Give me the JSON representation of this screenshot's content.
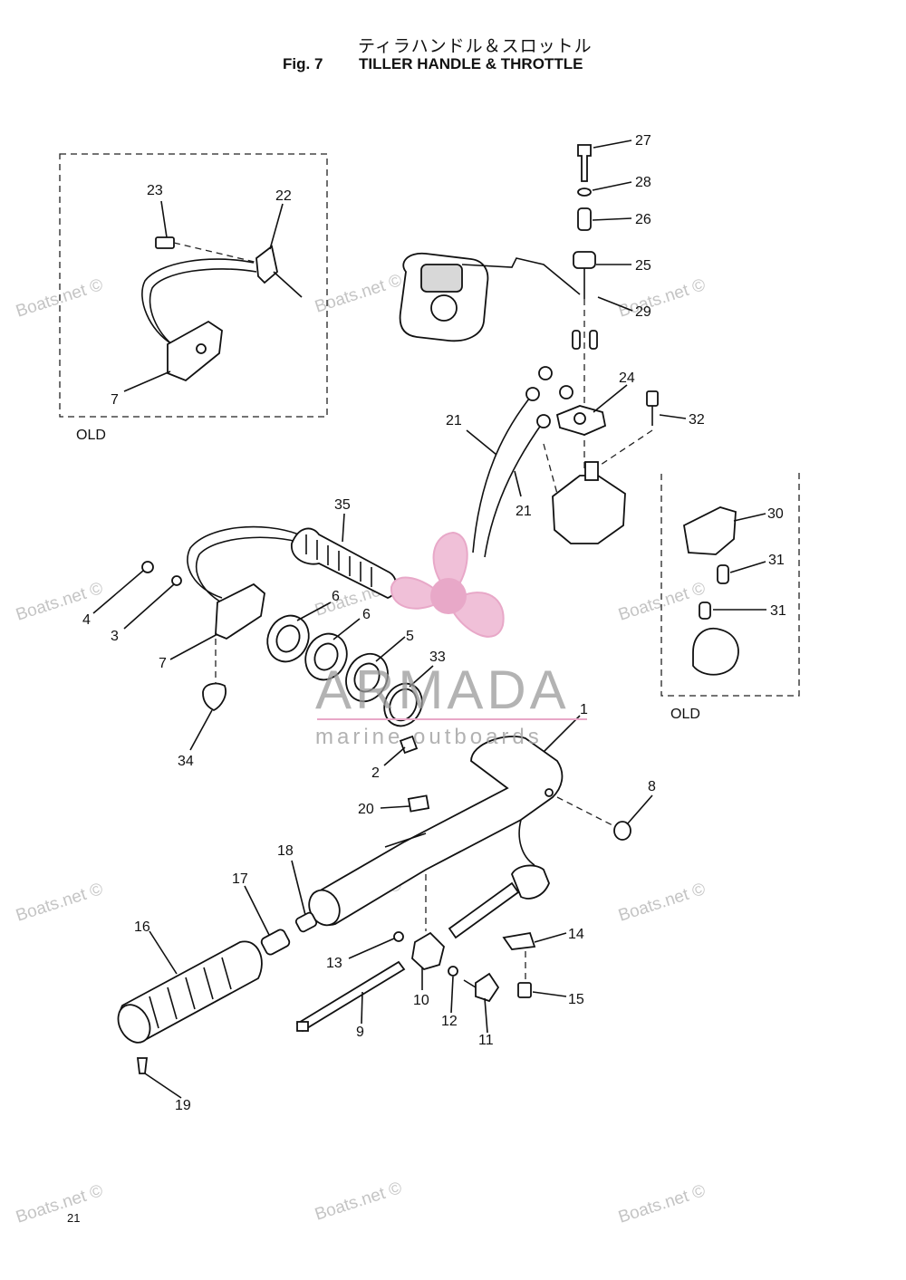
{
  "header": {
    "title_jp": "ティラハンドル＆スロットル",
    "fig_no": "Fig. 7",
    "title_en": "TILLER HANDLE & THROTTLE"
  },
  "insets": {
    "old_label": "OLD"
  },
  "page_number": "21",
  "watermarks": {
    "site": "Boats.net ©"
  },
  "brand": {
    "name": "ARMADA",
    "sub": "marine outboards",
    "color": "#e8a8c8"
  },
  "callouts": [
    "27",
    "28",
    "26",
    "25",
    "29",
    "23",
    "22",
    "7",
    "24",
    "32",
    "21",
    "21",
    "35",
    "4",
    "3",
    "7",
    "6",
    "6",
    "5",
    "33",
    "30",
    "31",
    "31",
    "34",
    "2",
    "8",
    "20",
    "18",
    "17",
    "16",
    "13",
    "10",
    "12",
    "11",
    "14",
    "15",
    "9",
    "19",
    "1"
  ]
}
